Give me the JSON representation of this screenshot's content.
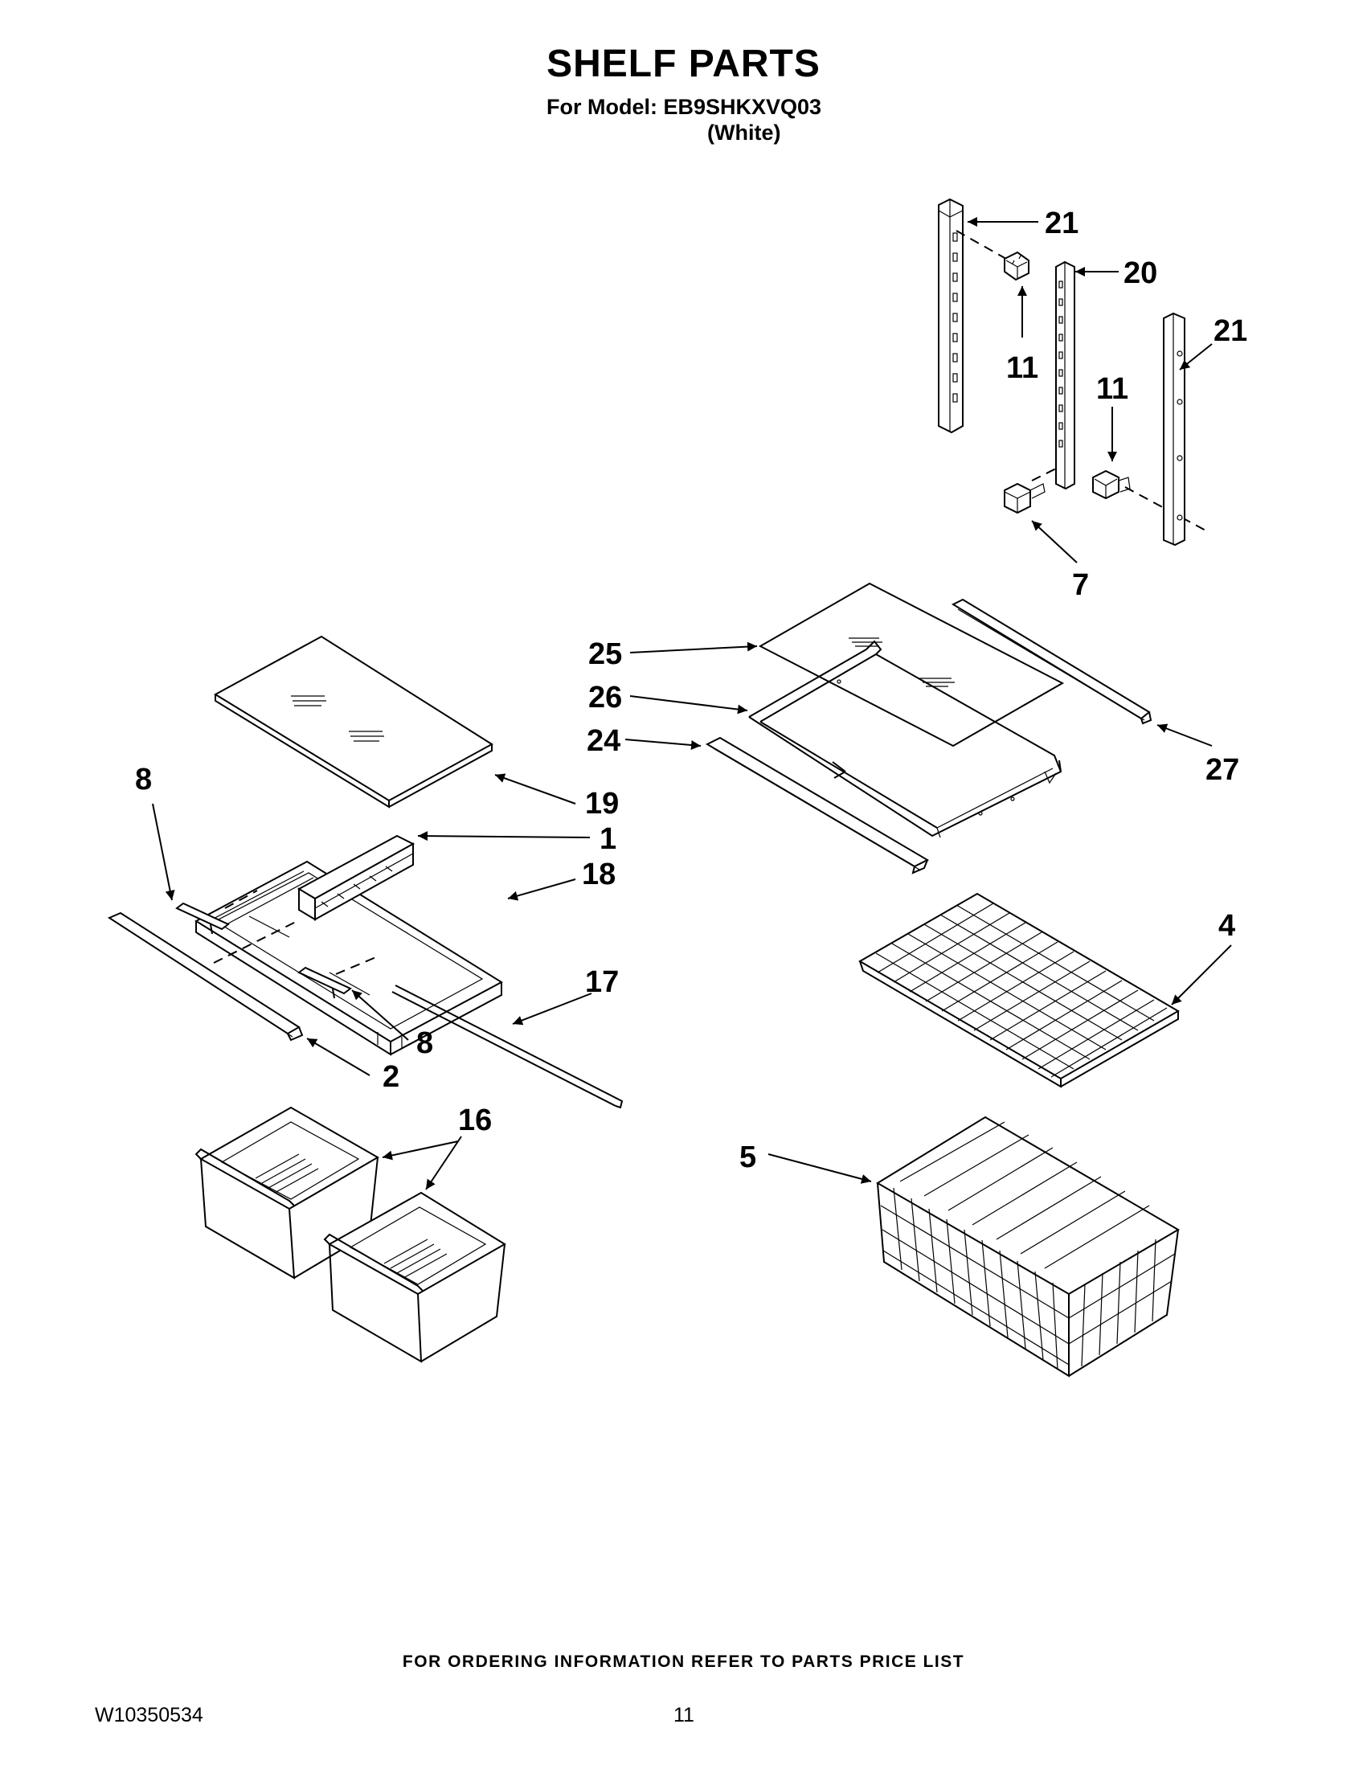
{
  "header": {
    "title": "SHELF PARTS",
    "model_line": "For Model: EB9SHKXVQ03",
    "color_line": "(White)"
  },
  "callouts": {
    "c21a": "21",
    "c20": "20",
    "c21b": "21",
    "c11a": "11",
    "c11b": "11",
    "c7": "7",
    "c25": "25",
    "c26": "26",
    "c24": "24",
    "c27": "27",
    "c8a": "8",
    "c19": "19",
    "c1": "1",
    "c18": "18",
    "c17": "17",
    "c8b": "8",
    "c2": "2",
    "c4": "4",
    "c16": "16",
    "c5": "5"
  },
  "footer": {
    "note": "FOR ORDERING INFORMATION REFER TO PARTS PRICE LIST",
    "doc_number": "W10350534",
    "page_number": "11"
  }
}
